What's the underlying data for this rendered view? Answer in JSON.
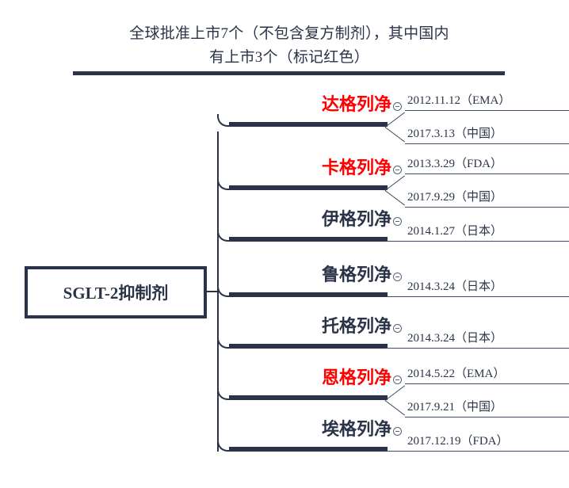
{
  "title": {
    "line1": "全球批准上市7个（不包含复方制剂），其中国内",
    "line2": "有上市3个（标记红色）"
  },
  "root": {
    "label": "SGLT-2抑制剂",
    "toggle_icon": "minus-circle-icon"
  },
  "colors": {
    "navy": "#2a3347",
    "red": "#ff0000",
    "line": "#3b4a66"
  },
  "branches": [
    {
      "name": "达格列净",
      "highlighted": true,
      "toggle_icon": "minus-circle-icon",
      "approvals": [
        "2012.11.12（EMA）",
        "2017.3.13（中国）"
      ]
    },
    {
      "name": "卡格列净",
      "highlighted": true,
      "toggle_icon": "minus-circle-icon",
      "approvals": [
        "2013.3.29（FDA）",
        "2017.9.29（中国）"
      ]
    },
    {
      "name": "伊格列净",
      "highlighted": false,
      "toggle_icon": "minus-circle-icon",
      "approvals": [
        "2014.1.27（日本）"
      ]
    },
    {
      "name": "鲁格列净",
      "highlighted": false,
      "toggle_icon": "minus-circle-icon",
      "approvals": [
        "2014.3.24（日本）"
      ]
    },
    {
      "name": "托格列净",
      "highlighted": false,
      "toggle_icon": "minus-circle-icon",
      "approvals": [
        "2014.3.24（日本）"
      ]
    },
    {
      "name": "恩格列净",
      "highlighted": true,
      "toggle_icon": "minus-circle-icon",
      "approvals": [
        "2014.5.22（EMA）",
        "2017.9.21（中国）"
      ]
    },
    {
      "name": "埃格列净",
      "highlighted": false,
      "toggle_icon": "minus-circle-icon",
      "approvals": [
        "2017.12.19（FDA）"
      ]
    }
  ]
}
